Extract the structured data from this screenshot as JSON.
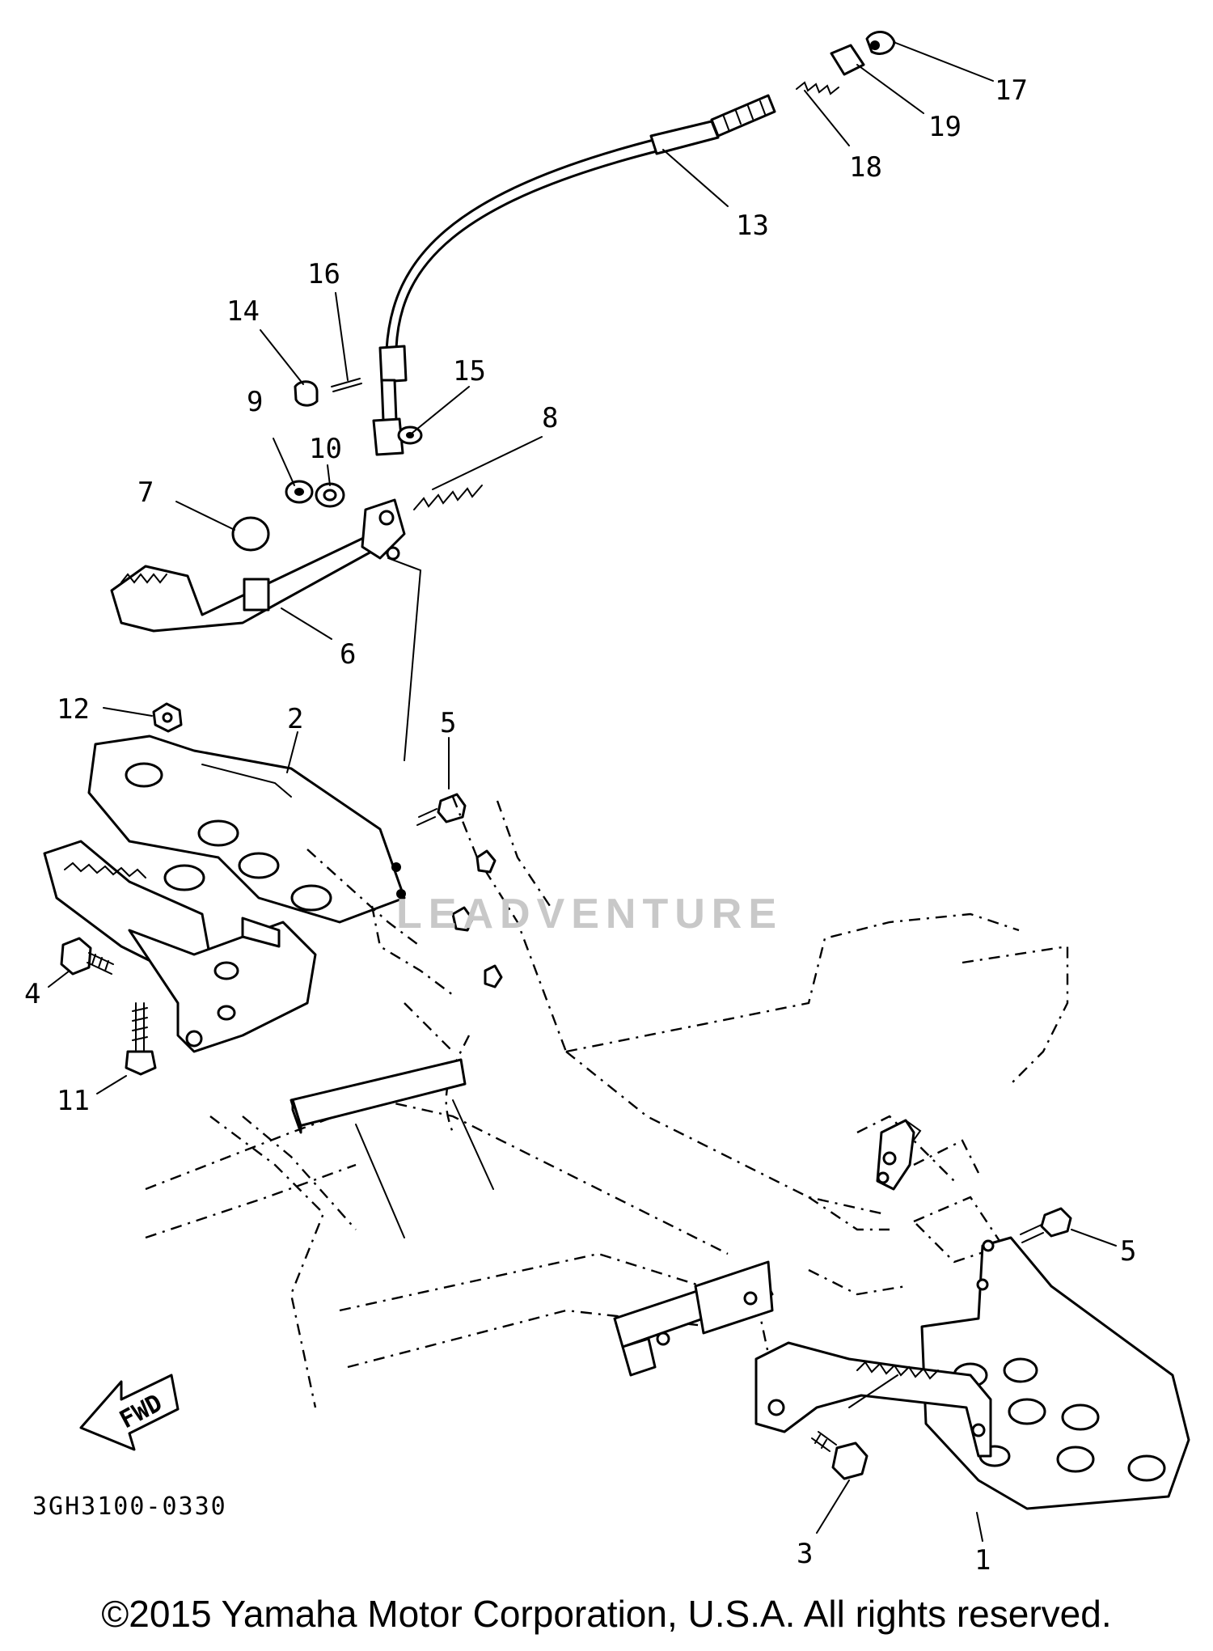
{
  "diagram": {
    "callouts": [
      {
        "id": "1",
        "label": "1"
      },
      {
        "id": "2",
        "label": "2"
      },
      {
        "id": "3",
        "label": "3"
      },
      {
        "id": "4",
        "label": "4"
      },
      {
        "id": "5a",
        "label": "5"
      },
      {
        "id": "5b",
        "label": "5"
      },
      {
        "id": "6",
        "label": "6"
      },
      {
        "id": "7",
        "label": "7"
      },
      {
        "id": "8",
        "label": "8"
      },
      {
        "id": "9",
        "label": "9"
      },
      {
        "id": "10",
        "label": "10"
      },
      {
        "id": "11",
        "label": "11"
      },
      {
        "id": "12",
        "label": "12"
      },
      {
        "id": "13",
        "label": "13"
      },
      {
        "id": "14",
        "label": "14"
      },
      {
        "id": "15",
        "label": "15"
      },
      {
        "id": "16",
        "label": "16"
      },
      {
        "id": "17",
        "label": "17"
      },
      {
        "id": "18",
        "label": "18"
      },
      {
        "id": "19",
        "label": "19"
      }
    ],
    "fwd_label": "FWD",
    "drawing_code": "3GH3100-0330",
    "copyright": "©2015 Yamaha Motor Corporation, U.S.A. All rights reserved.",
    "watermark": "LEADVENTURE"
  }
}
